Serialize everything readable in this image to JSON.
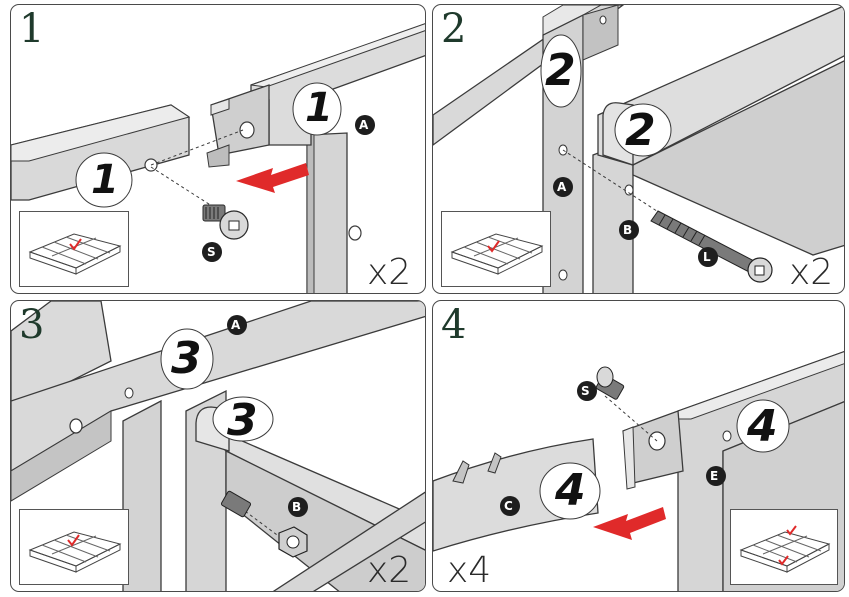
{
  "colors": {
    "steel_light": "#e2e2e2",
    "steel_mid": "#c6c6c6",
    "steel_dark": "#9a9a9a",
    "outline": "#3b3b3b",
    "arrow_red": "#e02a2a",
    "step_number": "#1f3a2c",
    "badge_dark": "#1e1e1e"
  },
  "panels": [
    {
      "step": "1",
      "quantity": "x2",
      "big_labels": [
        "1",
        "1"
      ],
      "part_badges": [
        "A",
        "S"
      ],
      "has_overview_inset": true
    },
    {
      "step": "2",
      "quantity": "x2",
      "big_labels": [
        "2",
        "2"
      ],
      "part_badges": [
        "A",
        "B",
        "L"
      ],
      "has_overview_inset": true
    },
    {
      "step": "3",
      "quantity": "x2",
      "big_labels": [
        "3",
        "3"
      ],
      "part_badges": [
        "A",
        "B"
      ],
      "has_overview_inset": true
    },
    {
      "step": "4",
      "quantity": "x4",
      "big_labels": [
        "4",
        "4"
      ],
      "part_badges": [
        "S",
        "C",
        "E"
      ],
      "has_overview_inset": true
    }
  ],
  "icons": [
    "bolt-icon",
    "nut-icon",
    "assembly-arrow-icon",
    "bed-frame-overview-icon",
    "checkmark-icon"
  ]
}
